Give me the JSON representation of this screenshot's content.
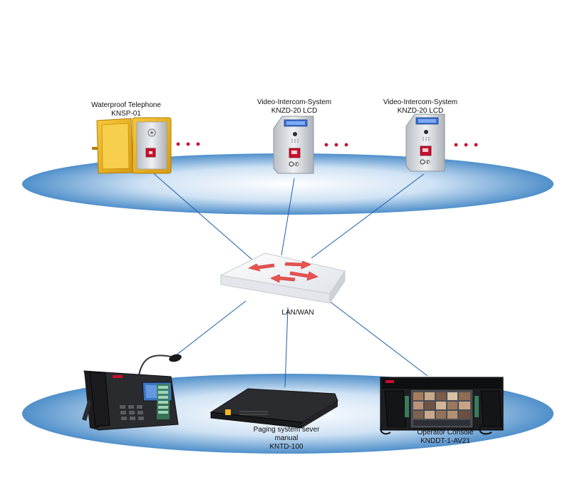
{
  "devices": {
    "waterproof_phone": {
      "name": "Waterproof Telephone",
      "model": "KNSP-01"
    },
    "intercom_1": {
      "name": "Video-Intercom-System",
      "model": "KNZD-20 LCD"
    },
    "intercom_2": {
      "name": "Video-Intercom-System",
      "model": "KNZD-20 LCD"
    },
    "switch": {
      "name": "LAN/WAN"
    },
    "paging_server": {
      "name": "Paging system sever",
      "name2": "manual",
      "model": "KNTD-100"
    },
    "operator_console": {
      "name": "Operator Console",
      "model": "KNDDT-1-AV21"
    }
  },
  "colors": {
    "ellipse_edge": "#3d7fbf",
    "ellipse_center": "#ffffff",
    "link_line": "#1e5ea8",
    "dots": "#c8102e",
    "arrow_red": "#e8483c",
    "phone_yellow": "#f0b81e",
    "steel": "#d9dde2"
  }
}
